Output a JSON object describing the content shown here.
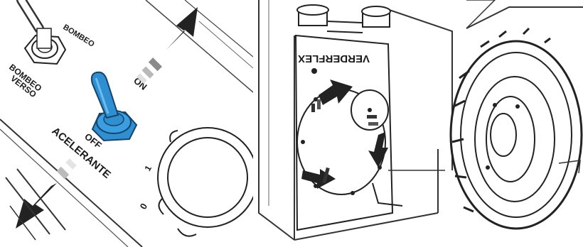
{
  "left_illustration": {
    "labels": {
      "bombeo": "BOMBEO",
      "bombeo_reverso_line1": "BOMBEO",
      "bombeo_reverso_line2": "VERSO",
      "on": "ON",
      "off": "OFF",
      "acelerante": "ACELERANTE",
      "dial_1": "1",
      "dial_0": "0"
    },
    "colors": {
      "toggle_switch": "#2f8fd0",
      "toggle_dark": "#1c5f93",
      "arrow": "#222222"
    },
    "icons": {
      "up_arrow": "arrow-up-right-icon",
      "down_arrow": "arrow-down-left-icon"
    }
  },
  "right_illustration": {
    "labels": {
      "brand": "VERDERFLEX"
    },
    "colors": {
      "arrow": "#222222",
      "line": "#333333"
    },
    "icons": {
      "rotation_arrows": "rotation-arrow-icon"
    }
  }
}
